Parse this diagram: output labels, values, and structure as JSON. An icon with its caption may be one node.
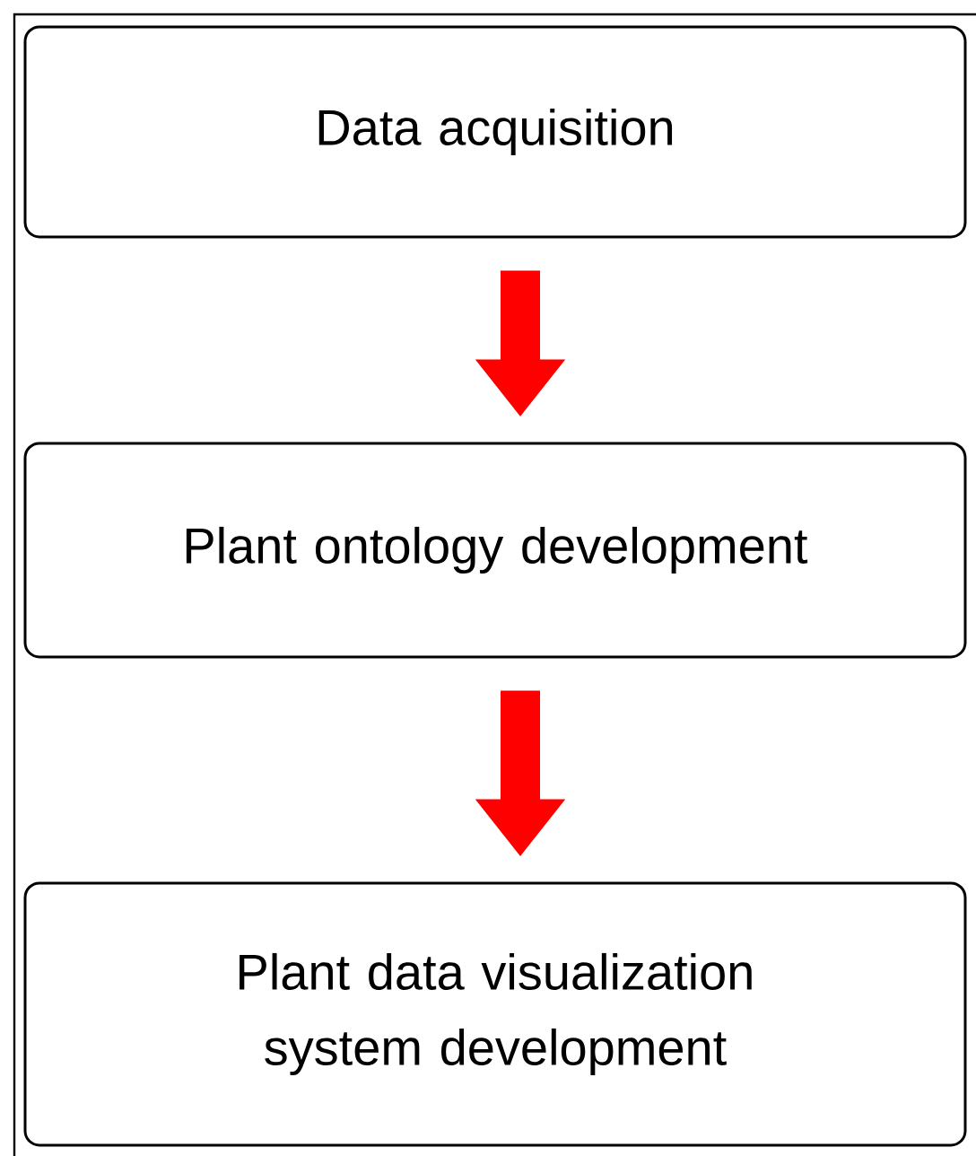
{
  "diagram": {
    "nodes": [
      {
        "text": [
          "Data acquisition"
        ]
      },
      {
        "text": [
          "Plant ontology development"
        ]
      },
      {
        "text": [
          "Plant data visualization system development"
        ]
      }
    ],
    "edges": [
      {
        "from": 0,
        "to": 1,
        "arrow": "to",
        "color": "#ff0000"
      },
      {
        "from": 1,
        "to": 2,
        "arrow": "to",
        "color": "#ff0000"
      }
    ]
  }
}
